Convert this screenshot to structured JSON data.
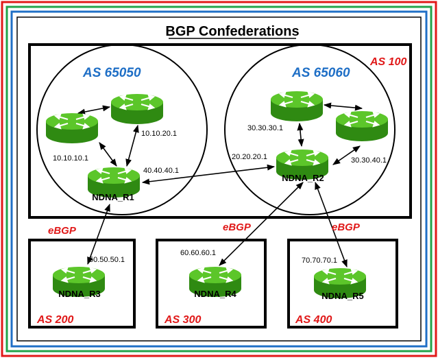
{
  "title": "BGP Confederations",
  "labels": {
    "as_65050": "AS 65050",
    "as_65060": "AS 65060",
    "as_100": "AS 100",
    "as_200": "AS 200",
    "as_300": "AS 300",
    "as_400": "AS 400",
    "ebgp": "eBGP"
  },
  "routers": {
    "r1": "NDNA_R1",
    "r2": "NDNA_R2",
    "r3": "NDNA_R3",
    "r4": "NDNA_R4",
    "r5": "NDNA_R5"
  },
  "ips": {
    "ip_10_10_10_1": "10.10.10.1",
    "ip_10_10_20_1": "10.10.20.1",
    "ip_40_40_40_1": "40.40.40.1",
    "ip_30_30_30_1": "30.30.30.1",
    "ip_20_20_20_1": "20.20.20.1",
    "ip_30_30_40_1": "30.30.40.1",
    "ip_50_50_50_1": "50.50.50.1",
    "ip_60_60_60_1": "60.60.60.1",
    "ip_70_70_70_1": "70.70.70.1"
  },
  "colors": {
    "border_red": "#e01818",
    "border_green": "#22a34a",
    "border_blue": "#1f6fc6",
    "router_green": "#5cc62a",
    "router_dark": "#2f8a12",
    "as_blue": "#1f6fc6",
    "as_red": "#e01818"
  }
}
